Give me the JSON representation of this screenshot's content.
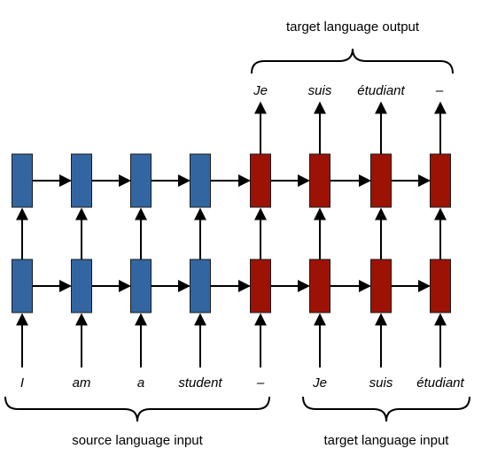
{
  "colors": {
    "encoder_fill": "#3366a1",
    "decoder_fill": "#9c1306",
    "line": "#000000"
  },
  "captions": {
    "target_output": "target language output",
    "source_input": "source language input",
    "target_input": "target language input"
  },
  "input_tokens": [
    "I",
    "am",
    "a",
    "student",
    "–",
    "Je",
    "suis",
    "étudiant"
  ],
  "output_tokens": [
    "Je",
    "suis",
    "étudiant",
    "–"
  ],
  "encoder_steps": 4,
  "decoder_steps": 4,
  "layers": 2
}
